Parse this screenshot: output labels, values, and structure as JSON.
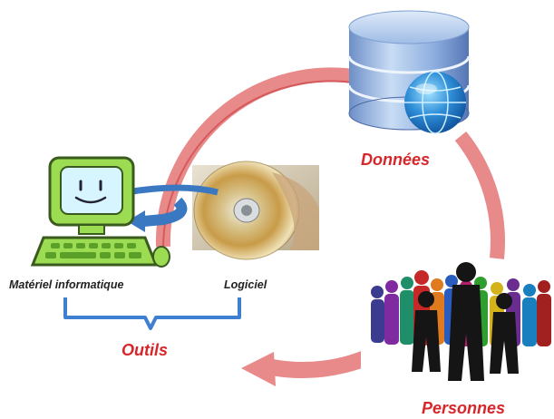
{
  "diagram": {
    "labels": {
      "donnees": "Données",
      "personnes": "Personnes",
      "outils": "Outils",
      "materiel": "Matériel informatique",
      "logiciel": "Logiciel"
    },
    "icons": {
      "database": "database-icon",
      "computer": "computer-icon",
      "disc": "disc-icon",
      "people": "people-icon",
      "globe": "globe-icon"
    },
    "colors": {
      "cycle_arrow": "#e8898a",
      "cycle_arrow_dark": "#d55a5c",
      "label_red": "#d7262a",
      "brace_blue": "#3f7fd1",
      "return_arrow": "#3a78c2",
      "computer_green": "#9bdc52"
    }
  }
}
